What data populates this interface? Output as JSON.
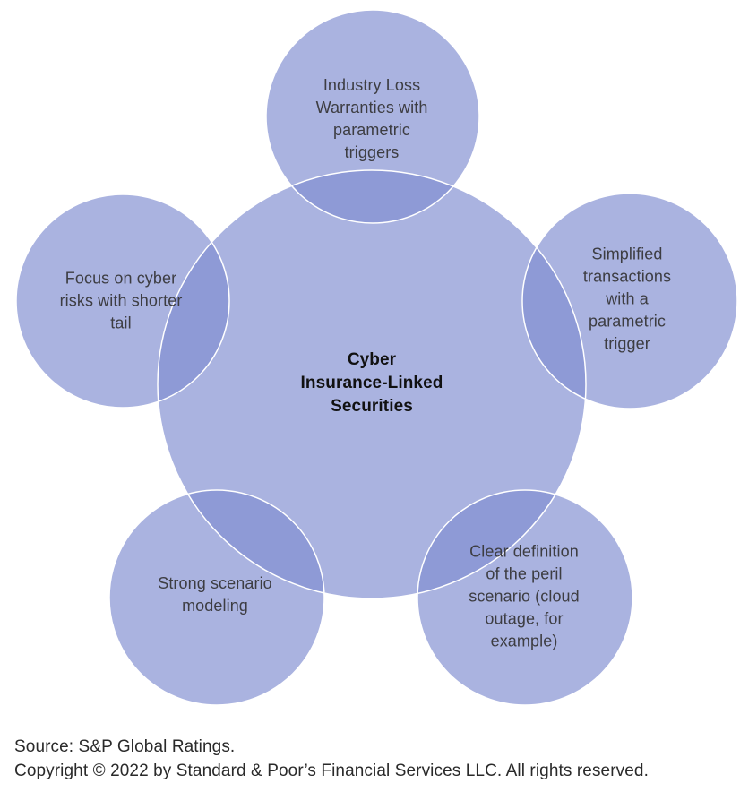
{
  "diagram": {
    "type": "radial-venn",
    "center": {
      "label": "Cyber\nInsurance-Linked\nSecurities"
    },
    "satellites": [
      {
        "position": "top",
        "label": "Industry Loss\nWarranties with\nparametric\ntriggers"
      },
      {
        "position": "left",
        "label": "Focus on cyber\nrisks with shorter\ntail"
      },
      {
        "position": "right",
        "label": "Simplified\ntransactions\nwith a\nparametric\ntrigger"
      },
      {
        "position": "bottom-left",
        "label": "Strong scenario\nmodeling"
      },
      {
        "position": "bottom-right",
        "label": "Clear definition\nof the peril\nscenario (cloud\noutage, for\nexample)"
      }
    ]
  },
  "footer": {
    "source": "Source: S&P Global Ratings.",
    "copyright": "Copyright © 2022 by Standard & Poor’s Financial Services LLC. All rights reserved."
  },
  "colors": {
    "circle_fill": "rgba(128,142,209,0.67)",
    "circle_stroke": "#ffffff",
    "satellite_text": "#3d3d42",
    "center_text": "#111111",
    "footer_text": "#2a2a2a",
    "background": "#ffffff"
  }
}
